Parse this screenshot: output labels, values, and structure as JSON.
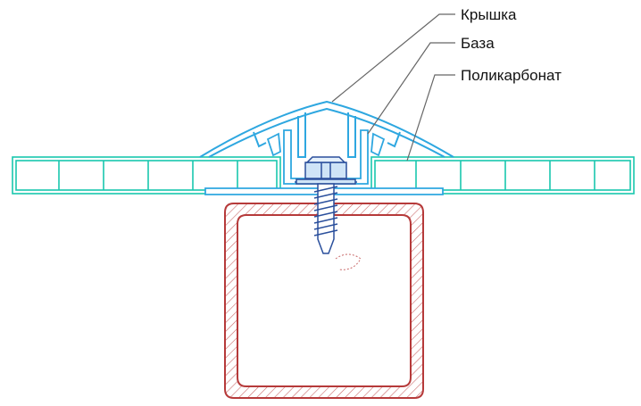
{
  "labels": {
    "cap": "Крышка",
    "base": "База",
    "polycarbonate": "Поликарбонат"
  },
  "colors": {
    "polycarbonate": "#19c7ae",
    "profile": "#2ea7e0",
    "profile_dark": "#1b5fa8",
    "steel": "#b63a3a",
    "hatch": "#c96a6a",
    "leader": "#666666",
    "screw_fill": "#cfe4f7",
    "screw_stroke": "#2a4f9c"
  },
  "icons": {
    "screw": "self-drilling-screw-icon"
  }
}
